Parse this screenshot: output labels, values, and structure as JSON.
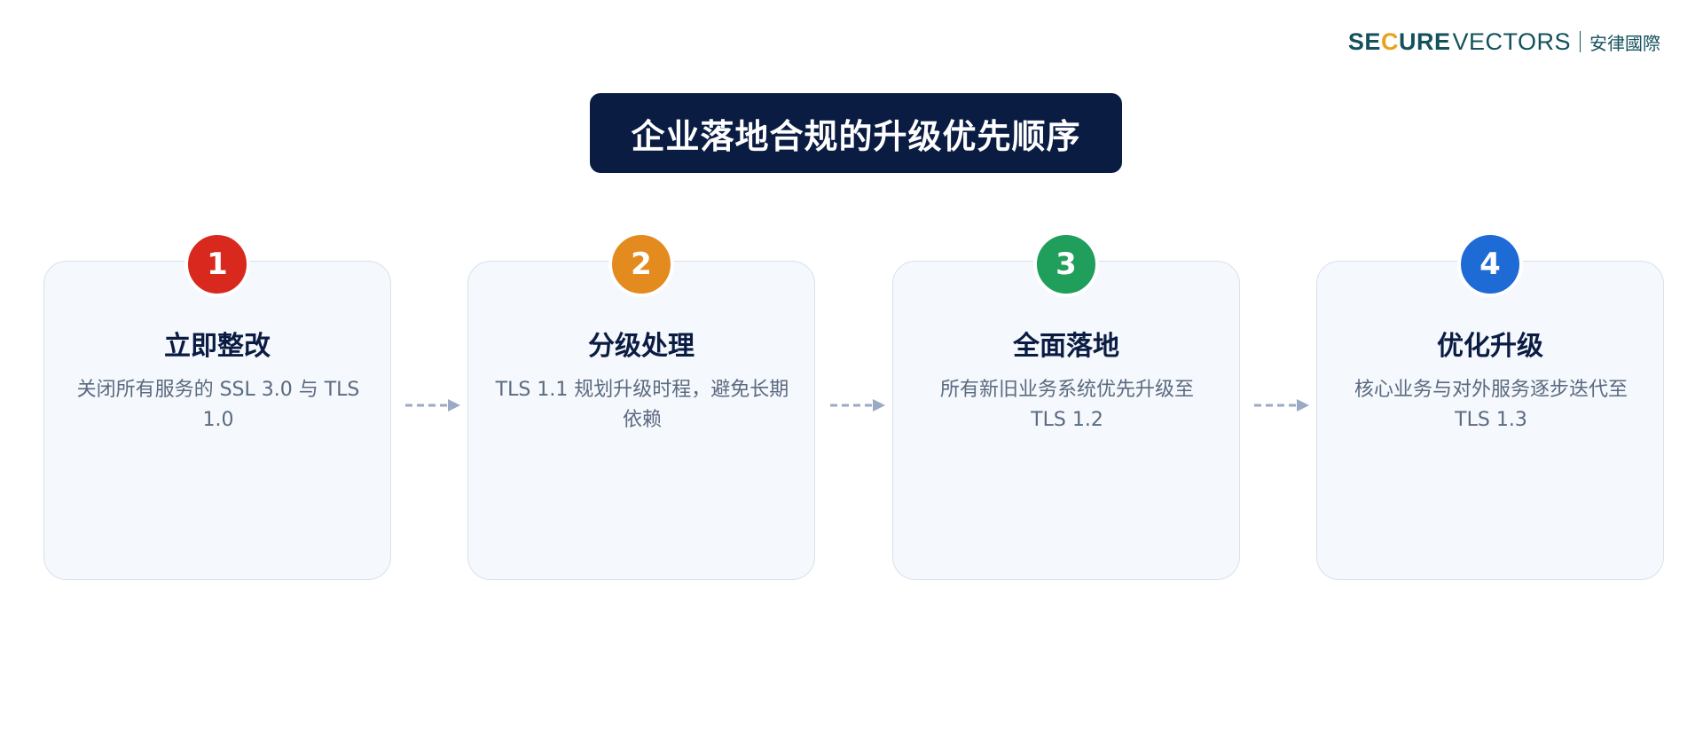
{
  "logo": {
    "secure_pre": "SE",
    "secure_c": "C",
    "secure_post": "URE",
    "vectors": "VECTORS",
    "chinese": "安律國際"
  },
  "title": "企业落地合规的升级优先顺序",
  "steps": [
    {
      "number": "1",
      "title": "立即整改",
      "description": "关闭所有服务的 SSL 3.0 与 TLS 1.0",
      "color": "#d9281e"
    },
    {
      "number": "2",
      "title": "分级处理",
      "description": "TLS 1.1 规划升级时程，避免长期依赖",
      "color": "#e38b1f"
    },
    {
      "number": "3",
      "title": "全面落地",
      "description": "所有新旧业务系统优先升级至 TLS 1.2",
      "color": "#1f9e5c"
    },
    {
      "number": "4",
      "title": "优化升级",
      "description": "核心业务与对外服务逐步迭代至 TLS 1.3",
      "color": "#1f6bd6"
    }
  ],
  "colors": {
    "title_bg": "#0b1c43",
    "card_bg": "#f5f8fc",
    "card_border": "#d8e1ed",
    "arrow": "#9aaac4",
    "logo_teal": "#13515c",
    "logo_accent": "#e8a21c"
  }
}
